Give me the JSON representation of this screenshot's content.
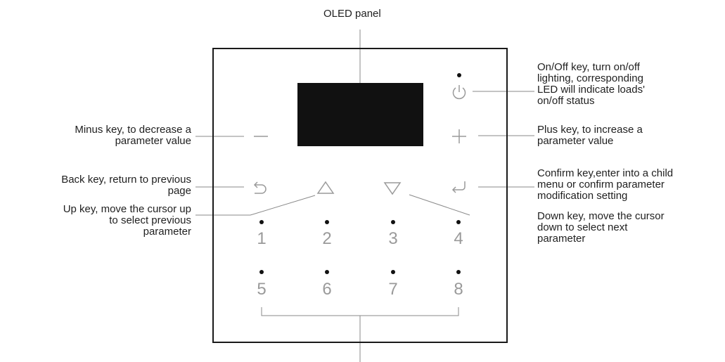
{
  "labels": {
    "oled": "OLED panel",
    "onoff": "On/Off key, turn on/off\nlighting, corresponding\nLED will indicate loads'\non/off status",
    "plus": "Plus key, to increase a\nparameter value",
    "confirm": "Confirm key,enter into a child\nmenu or confirm parameter\nmodification setting",
    "down": "Down key, move the cursor\ndown to select next\nparameter",
    "minus": "Minus key, to decrease a\nparameter value",
    "back": "Back key, return to previous\npage",
    "up": "Up key, move the cursor up\nto select previous\nparameter"
  },
  "channels": [
    "1",
    "2",
    "3",
    "4",
    "5",
    "6",
    "7",
    "8"
  ],
  "colors": {
    "line": "#8a8a8a",
    "icon": "#9a9a9a",
    "oled": "#111111"
  }
}
